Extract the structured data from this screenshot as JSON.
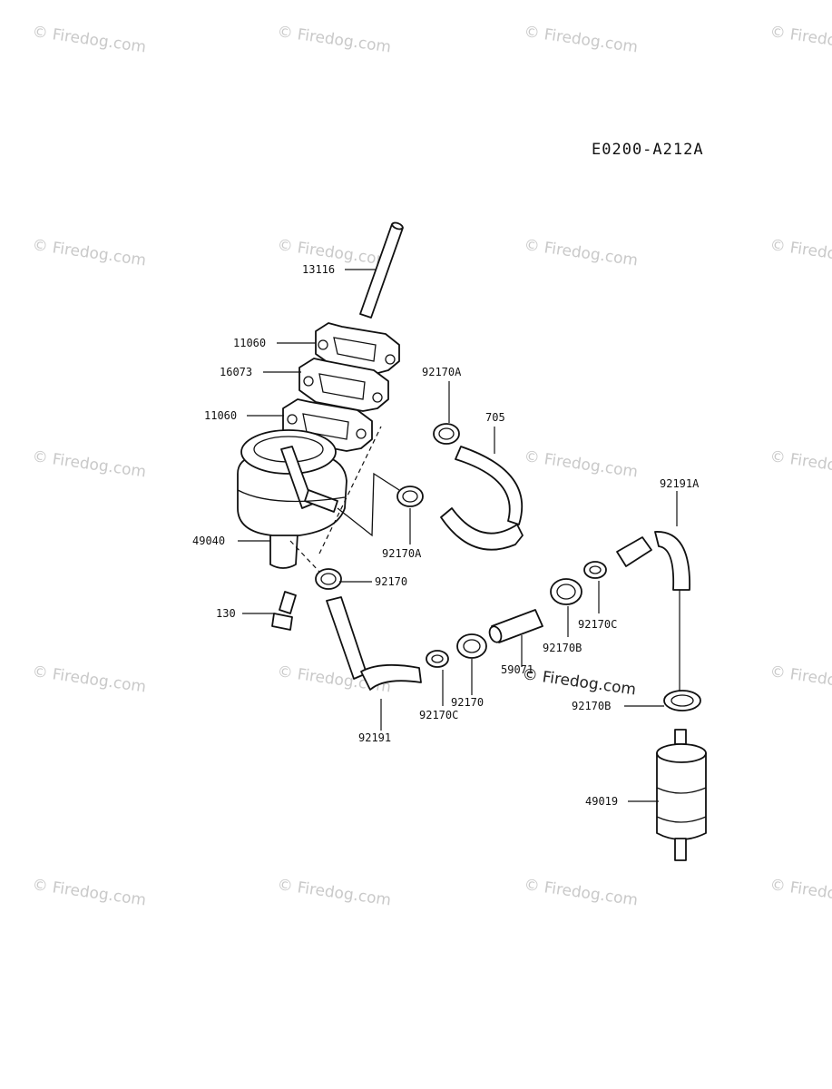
{
  "diagram_code": "E0200-A212A",
  "watermark_text": "© Firedog.com",
  "parts": {
    "dowel_pin": "13116",
    "gasket_top": "11060",
    "insulator": "16073",
    "gasket_bottom": "11060",
    "fuel_pump": "49040",
    "bolt": "130",
    "clamp_pump_outlet": "92170",
    "hose_pump_to_return": "92170A",
    "clamp_return_top": "92170A",
    "hose_return": "705",
    "hose_main": "92191",
    "hose_elbow": "92191A",
    "clamp_c_left": "92170C",
    "clamp_mid": "92170",
    "fitting_tee": "59071",
    "clamp_b_upper": "92170B",
    "clamp_c_right": "92170C",
    "clamp_b_lower": "92170B",
    "fuel_filter": "49019"
  }
}
